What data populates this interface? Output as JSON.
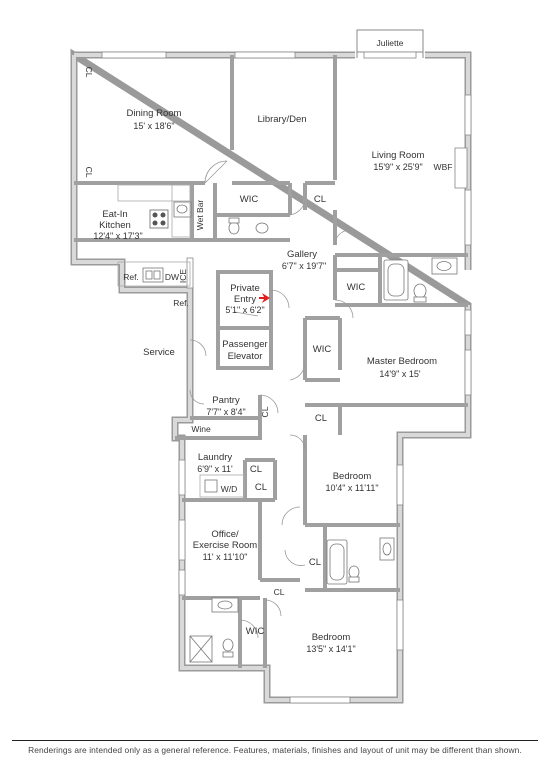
{
  "rooms": {
    "juliette": "Juliette",
    "dining": {
      "name": "Dining Room",
      "dim": "15' x 18'6\""
    },
    "library": {
      "name": "Library/Den"
    },
    "living": {
      "name": "Living Room",
      "dim": "15'9\" x 25'9\""
    },
    "wbf": "WBF",
    "kitchen": {
      "line1": "Eat-In",
      "line2": "Kitchen",
      "dim": "12'4\" x 17'3\""
    },
    "wetbar": "Wet Bar",
    "wic_top": "WIC",
    "cl_top": "CL",
    "cl_dining_a": "CL",
    "cl_dining_b": "CL",
    "gallery": {
      "name": "Gallery",
      "dim": "6'7\" x 19'7\""
    },
    "ref_kitchen": "Ref.",
    "dw": "DW",
    "ice": "ICE",
    "ref_service": "Ref.",
    "private_entry": {
      "line1": "Private",
      "line2": "Entry",
      "dim": "5'1\" x 6'2\""
    },
    "elevator": {
      "line1": "Passenger",
      "line2": "Elevator"
    },
    "service": "Service",
    "wic_master_a": "WIC",
    "wic_master_b": "WIC",
    "master": {
      "name": "Master Bedroom",
      "dim": "14'9\" x 15'"
    },
    "pantry": {
      "name": "Pantry",
      "dim": "7'7\" x 8'4\""
    },
    "wine": "Wine",
    "cl_pantry": "CL",
    "cl_master": "CL",
    "laundry": {
      "name": "Laundry",
      "dim": "6'9\" x 11'"
    },
    "cl_laundry_a": "CL",
    "wd": "W/D",
    "cl_laundry_b": "CL",
    "bedroom1": {
      "name": "Bedroom",
      "dim": "10'4\" x 11'11\""
    },
    "office": {
      "line1": "Office/",
      "line2": "Exercise Room",
      "dim": "11' x 11'10\""
    },
    "cl_bed1": "CL",
    "cl_office": "CL",
    "wic_bottom": "WIC",
    "bedroom2": {
      "name": "Bedroom",
      "dim": "13'5\" x 14'1\""
    }
  },
  "colors": {
    "wall": "#c8c8c8",
    "wall_edge": "#8a8a8a",
    "entry_marker": "#e02020"
  },
  "icons": [
    "entry-arrow-icon",
    "stove-icon",
    "sink-icon",
    "toilet-icon",
    "bathtub-icon",
    "door-swing-icon"
  ],
  "footer": {
    "disclaimer": "Renderings are intended only as a general reference. Features, materials, finishes and layout of unit may be different than shown."
  }
}
